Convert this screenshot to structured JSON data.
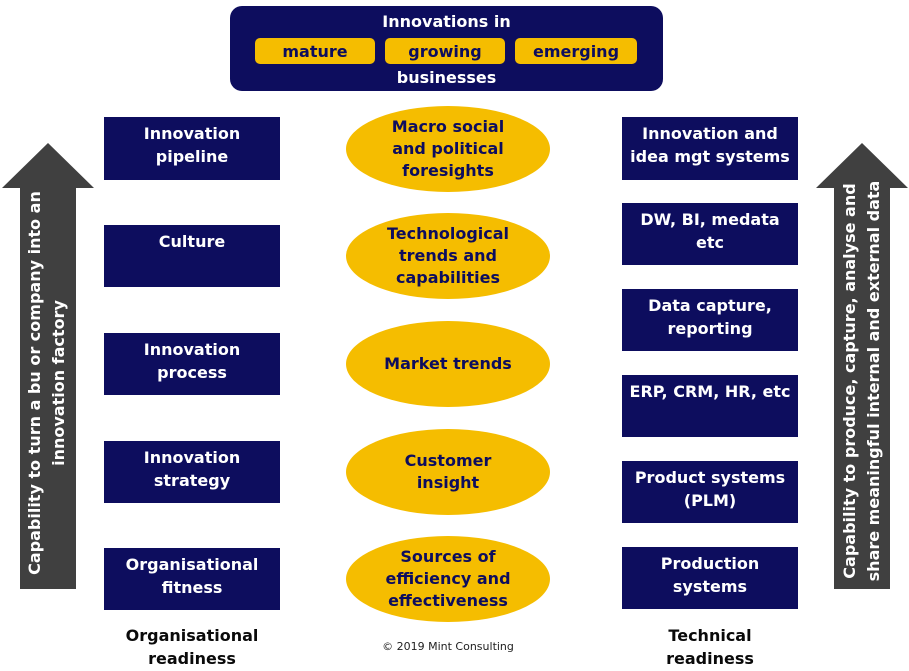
{
  "header": {
    "title": "Innovations in",
    "pills": [
      "mature",
      "growing",
      "emerging"
    ],
    "footer": "businesses"
  },
  "left_column": [
    "Innovation\npipeline",
    "Culture",
    "Innovation\nprocess",
    "Innovation\nstrategy",
    "Organisational\nfitness"
  ],
  "center_column": [
    "Macro social\nand political\nforesights",
    "Technological\ntrends and\ncapabilities",
    "Market trends",
    "Customer\ninsight",
    "Sources of\nefficiency and\neffectiveness"
  ],
  "right_column": [
    "Innovation and\nidea mgt systems",
    "DW, BI, medata\netc",
    "Data capture,\nreporting",
    "ERP, CRM, HR, etc",
    "Product systems\n(PLM)",
    "Production\nsystems"
  ],
  "left_arrow": "Capability to turn a bu or company into an\ninnovation factory",
  "right_arrow": "Capability to produce, capture, analyse and\nshare meaningful internal and external data",
  "left_caption": "Organisational\nreadiness",
  "right_caption": "Technical\nreadiness",
  "copyright": "© 2019 Mint Consulting",
  "colors": {
    "navy": "#0d0d5e",
    "gold": "#f5bd00",
    "arrow_gray": "#404040"
  }
}
